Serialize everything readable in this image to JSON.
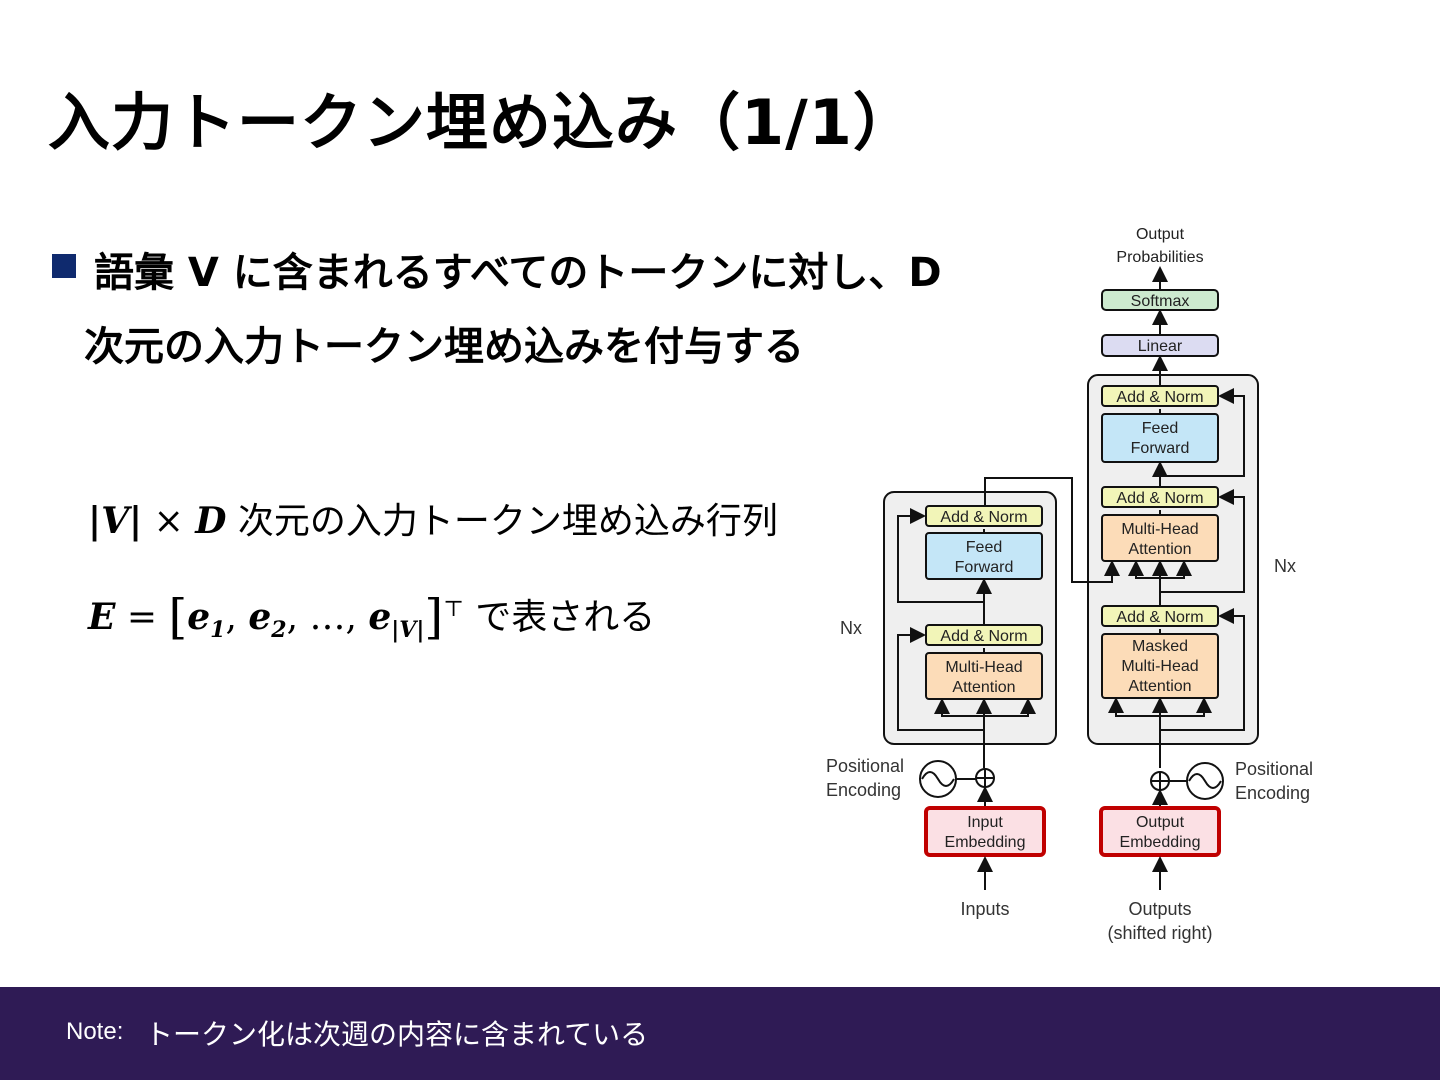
{
  "slide": {
    "title": "入力トークン埋め込み（1/1）",
    "bullet_line1": "語彙 V に含まれるすべてのトークンに対し、D",
    "bullet_line2": "次元の入力トークン埋め込みを付与する",
    "matrix_desc": {
      "V": "V",
      "times": "×",
      "D": "D",
      "text": "次元の入力トークン埋め込み行列"
    },
    "formula": {
      "lhs": "E",
      "e": "e",
      "sub1": "1",
      "sub2": "2",
      "ellipsis": "…",
      "subV": "|V|",
      "transpose": "⊤",
      "text": "で表される"
    },
    "footer": {
      "label": "Note:",
      "text": "トークン化は次週の内容に含まれている"
    }
  },
  "diagram": {
    "output_probabilities": [
      "Output",
      "Probabilities"
    ],
    "softmax": "Softmax",
    "linear": "Linear",
    "add_norm": "Add & Norm",
    "feed_forward": [
      "Feed",
      "Forward"
    ],
    "multi_head_attention": [
      "Multi-Head",
      "Attention"
    ],
    "masked_multi_head_attention": [
      "Masked",
      "Multi-Head",
      "Attention"
    ],
    "nx": "Nx",
    "positional_encoding": [
      "Positional",
      "Encoding"
    ],
    "input_embedding": [
      "Input",
      "Embedding"
    ],
    "output_embedding": [
      "Output",
      "Embedding"
    ],
    "inputs": "Inputs",
    "outputs": [
      "Outputs",
      "(shifted right)"
    ],
    "colors": {
      "add_norm": "#f2f5b8",
      "feed_forward": "#c4e6f7",
      "attention": "#fcdcb8",
      "softmax": "#cdeacf",
      "linear": "#dcdcf2",
      "embedding_fill": "#fbe0e4",
      "embedding_border": "#c00000",
      "stack_bg": "#efefef",
      "footer": "#2f1b55",
      "bullet": "#0f2a6e"
    }
  }
}
